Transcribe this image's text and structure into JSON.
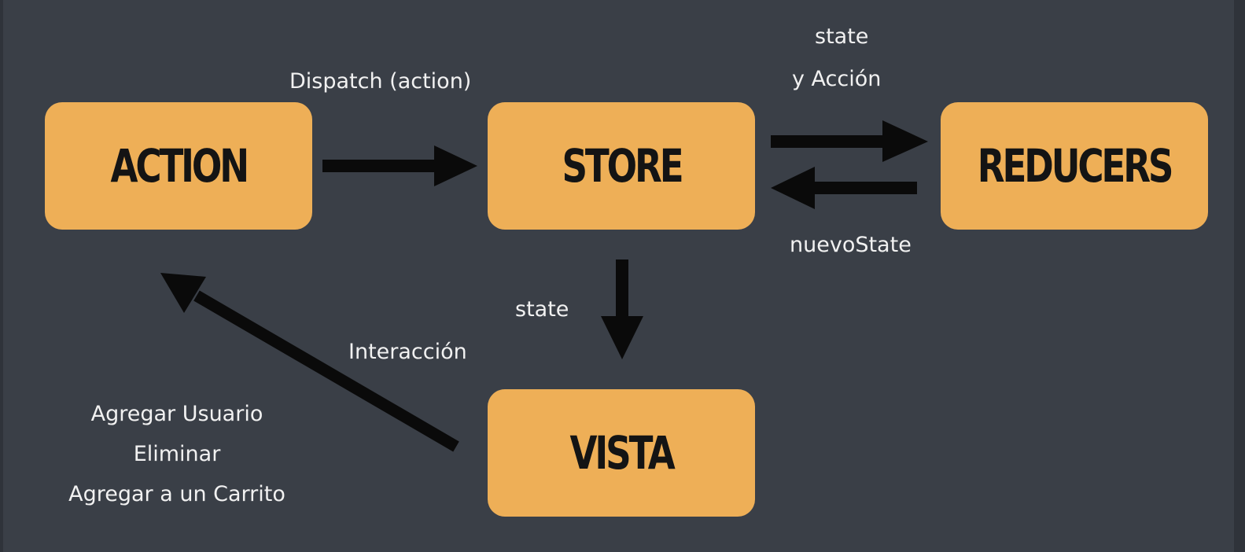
{
  "nodes": {
    "action": "ACTION",
    "store": "STORE",
    "reducers": "REDUCERS",
    "vista": "VISTA"
  },
  "edges": {
    "dispatch": "Dispatch (action)",
    "state_top": "state",
    "y_accion": "y Acción",
    "nuevo_state": "nuevoState",
    "state_down": "state",
    "interaccion": "Interacción"
  },
  "examples": [
    "Agregar Usuario",
    "Eliminar",
    "Agregar a un Carrito"
  ],
  "colors": {
    "background": "#3a3f47",
    "node_fill": "#eeaf57",
    "node_text": "#141414",
    "arrow": "#0a0a0a",
    "label_text": "#f1f1f1"
  }
}
